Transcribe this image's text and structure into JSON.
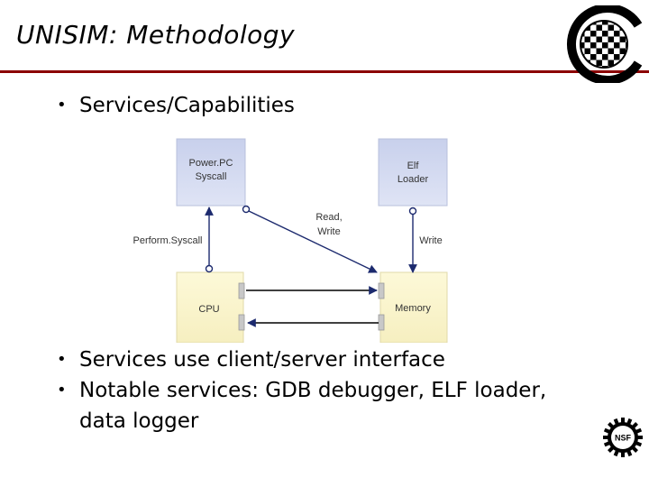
{
  "slide": {
    "title": "UNISIM: Methodology",
    "top_bullets": [
      "Services/Capabilities"
    ],
    "bottom_bullets": [
      "Services use client/server interface",
      "Notable services: GDB debugger, ELF loader, data logger"
    ]
  },
  "diagram": {
    "boxes": {
      "powerpc": [
        "Power.PC",
        "Syscall"
      ],
      "elf": [
        "Elf",
        "Loader"
      ],
      "cpu": [
        "CPU"
      ],
      "memory": [
        "Memory"
      ]
    },
    "labels": {
      "perform_syscall": "Perform.Syscall",
      "read_write": [
        "Read,",
        "Write"
      ],
      "write": "Write"
    }
  },
  "logos": {
    "top_right": "C",
    "bottom_right": "NSF"
  },
  "colors": {
    "title_rule": "#8b0000",
    "service_box": "#d5dcf0",
    "component_box": "#fbf7d2",
    "port": "#c8c8c8",
    "arrow": "#1c2a6e"
  }
}
